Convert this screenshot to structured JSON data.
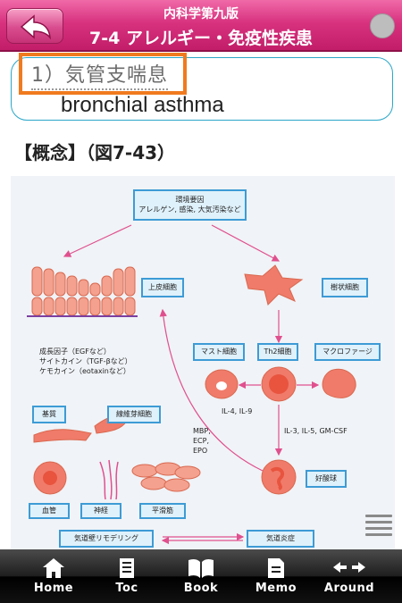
{
  "header": {
    "book_title": "内科学第九版",
    "chapter_title": "7-4 アレルギー・免疫性疾患"
  },
  "section": {
    "title_jp": "1）気管支喘息",
    "title_en": "bronchial asthma",
    "concept_heading": "【概念】（図7-43）"
  },
  "figure": {
    "env_factors": "環境要因\nアレルゲン, 感染, 大気汚染など",
    "epithelial_cell": "上皮細胞",
    "dendritic_cell": "樹状細胞",
    "mast_cell": "マスト細胞",
    "th2_cell": "Th2細胞",
    "macrophage": "マクロファージ",
    "growth_factors": "成長因子（EGFなど）\nサイトカイン（TGF-βなど）\nケモカイン（eotaxinなど）",
    "il4_il9": "IL-4, IL-9",
    "il3_il5": "IL-3, IL-5, GM-CSF",
    "mbp": "MBP,\nECP,\nEPO",
    "basement": "基質",
    "fibroblast": "線維芽細胞",
    "eosinophil": "好酸球",
    "blood_vessel": "血管",
    "nerve": "神経",
    "smooth_muscle": "平滑筋",
    "remodeling": "気道壁リモデリング",
    "inflammation": "気道炎症"
  },
  "footer": {
    "items": [
      {
        "label": "Home",
        "icon": "home-icon"
      },
      {
        "label": "Toc",
        "icon": "toc-icon"
      },
      {
        "label": "Book",
        "icon": "book-icon"
      },
      {
        "label": "Memo",
        "icon": "memo-icon"
      },
      {
        "label": "Around",
        "icon": "around-icon"
      }
    ]
  },
  "colors": {
    "header_pink": "#d8327f",
    "title_border": "#2aa7c8",
    "highlight_orange": "#f07a1e",
    "label_border": "#3d9bd5",
    "cell_fill": "#f07b6a",
    "arrow_pink": "#e0508e"
  }
}
